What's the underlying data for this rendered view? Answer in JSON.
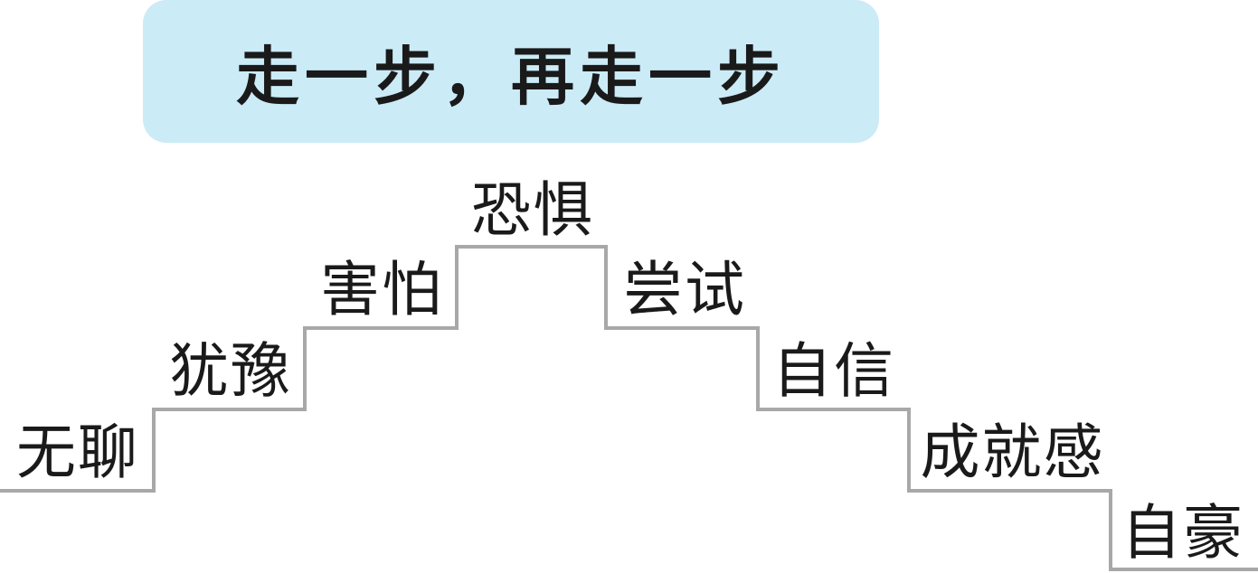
{
  "title": "走一步，再走一步",
  "colors": {
    "title_bg": "#cbebf7",
    "step_line": "#a8a8a8",
    "text": "#1a1a1a"
  },
  "steps": [
    {
      "label": "无聊",
      "level": 0
    },
    {
      "label": "犹豫",
      "level": 1
    },
    {
      "label": "害怕",
      "level": 2
    },
    {
      "label": "恐惧",
      "level": 3
    },
    {
      "label": "尝试",
      "level": 2
    },
    {
      "label": "自信",
      "level": 1
    },
    {
      "label": "成就感",
      "level": 0
    },
    {
      "label": "自豪",
      "level": -1
    }
  ]
}
